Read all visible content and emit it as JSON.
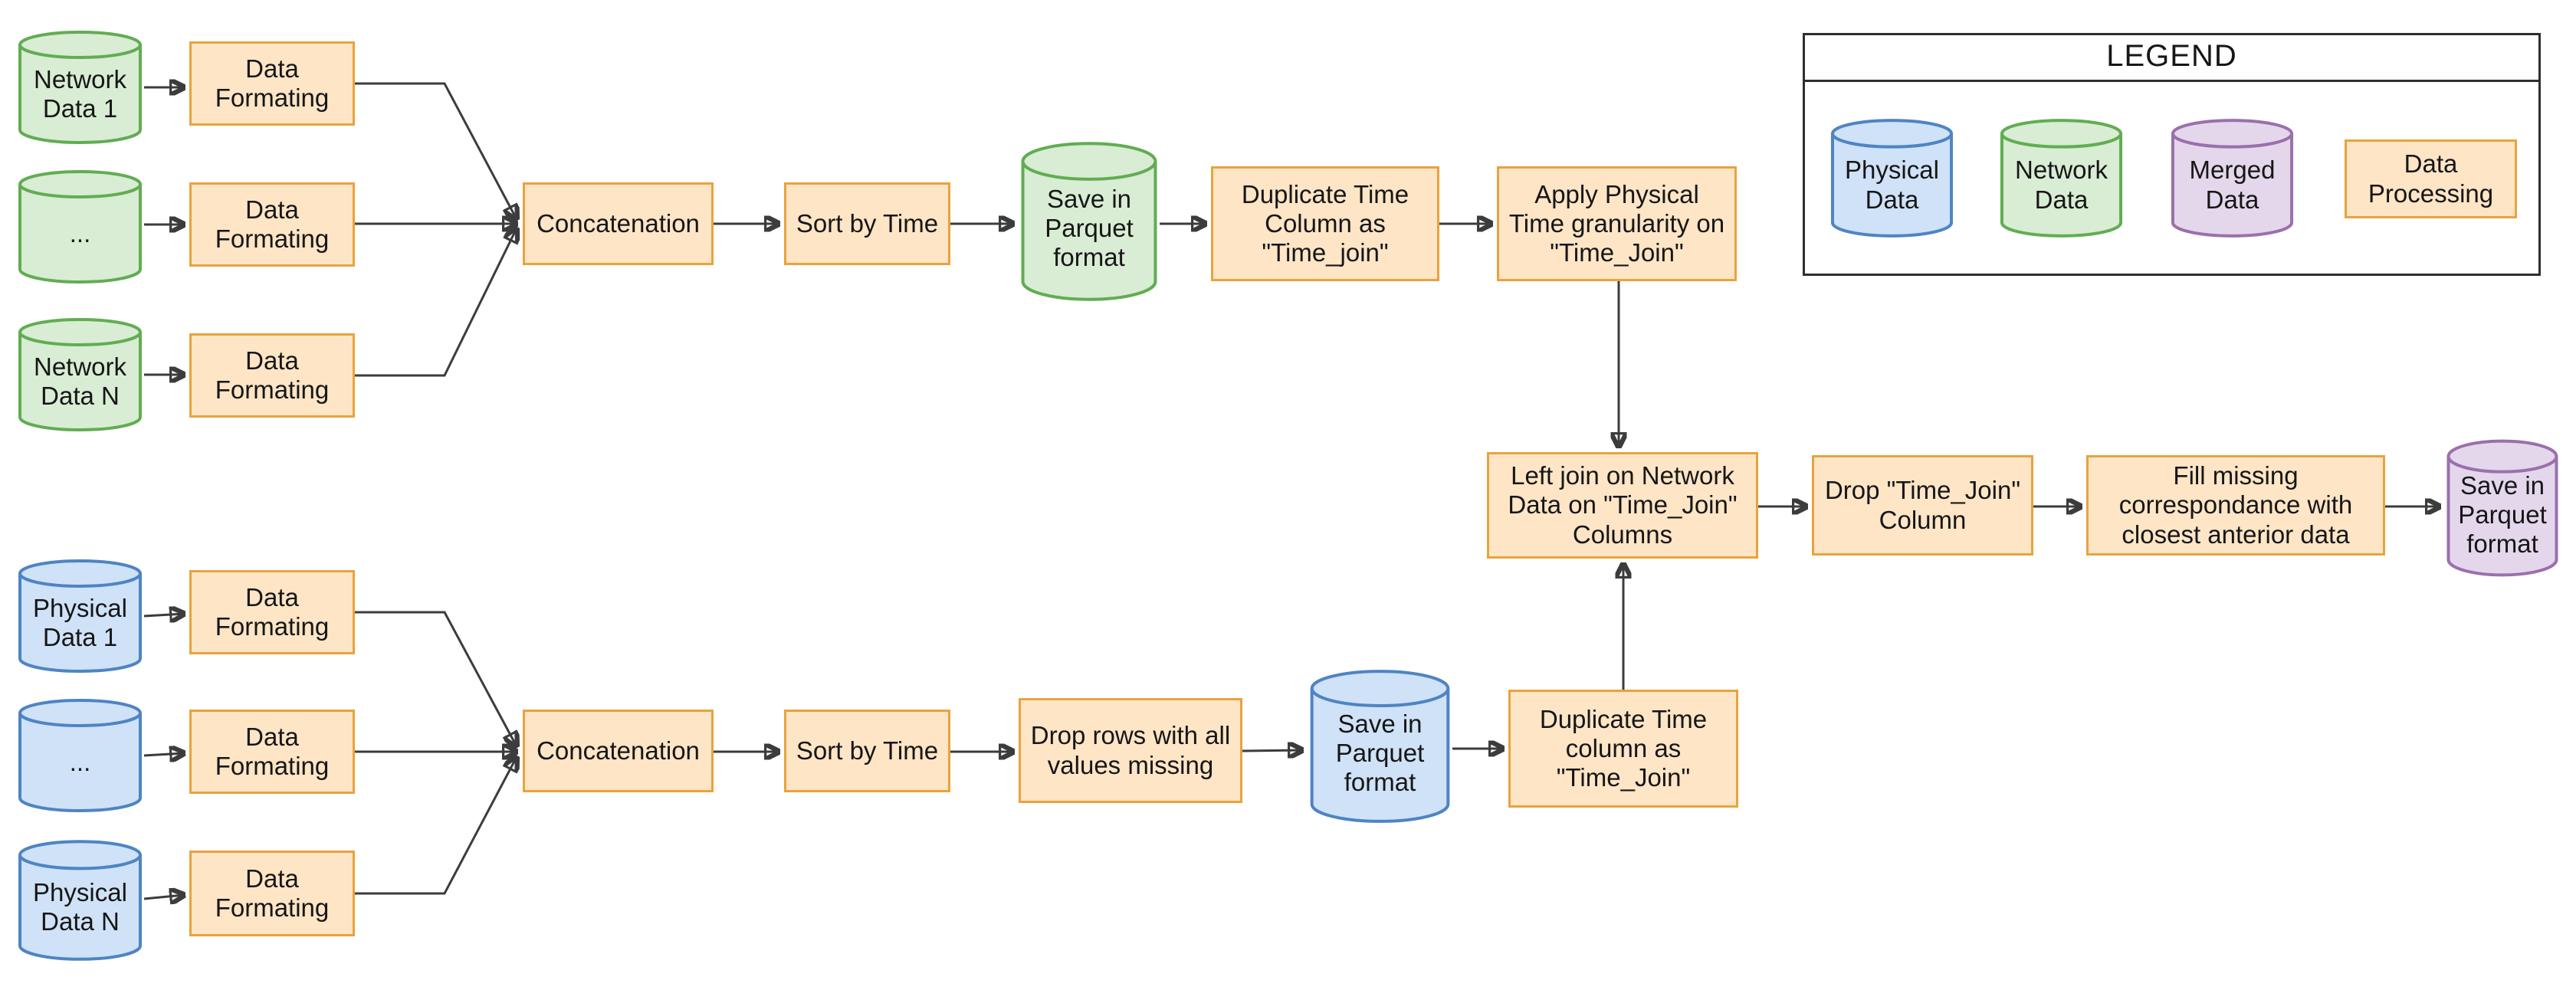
{
  "colors": {
    "network_fill": "#d9ecd4",
    "network_stroke": "#61ad52",
    "physical_fill": "#cfe2f7",
    "physical_stroke": "#4e84c4",
    "merged_fill": "#e4d7ec",
    "merged_stroke": "#9a70ab",
    "process_fill": "#fde5c6",
    "process_stroke": "#e8a33d",
    "connector": "#3c3c3c",
    "text": "#161616"
  },
  "network_flow": {
    "source_1": "Network Data 1",
    "source_mid": "...",
    "source_n": "Network Data N",
    "format_step": "Data Formating",
    "concatenation": "Concatenation",
    "sort": "Sort by Time",
    "save": "Save in Parquet format",
    "duplicate": "Duplicate Time Column as \"Time_join\"",
    "granularity": "Apply Physical Time granularity on \"Time_Join\""
  },
  "physical_flow": {
    "source_1": "Physical Data 1",
    "source_mid": "...",
    "source_n": "Physical Data N",
    "format_step": "Data Formating",
    "concatenation": "Concatenation",
    "sort": "Sort by Time",
    "drop_rows": "Drop rows with all values missing",
    "save": "Save in Parquet format",
    "duplicate": "Duplicate Time column as \"Time_Join\""
  },
  "merge_flow": {
    "left_join": "Left join on Network Data on \"Time_Join\" Columns",
    "drop_column": "Drop \"Time_Join\" Column",
    "fill_missing": "Fill missing correspondance with closest anterior data",
    "save": "Save in Parquet format"
  },
  "legend": {
    "title": "LEGEND",
    "items": [
      {
        "label": "Physical Data",
        "shape": "cylinder",
        "color": "#4e84c4"
      },
      {
        "label": "Network Data",
        "shape": "cylinder",
        "color": "#61ad52"
      },
      {
        "label": "Merged Data",
        "shape": "cylinder",
        "color": "#9a70ab"
      },
      {
        "label": "Data Processing",
        "shape": "rect",
        "color": "#e8a33d"
      }
    ]
  }
}
